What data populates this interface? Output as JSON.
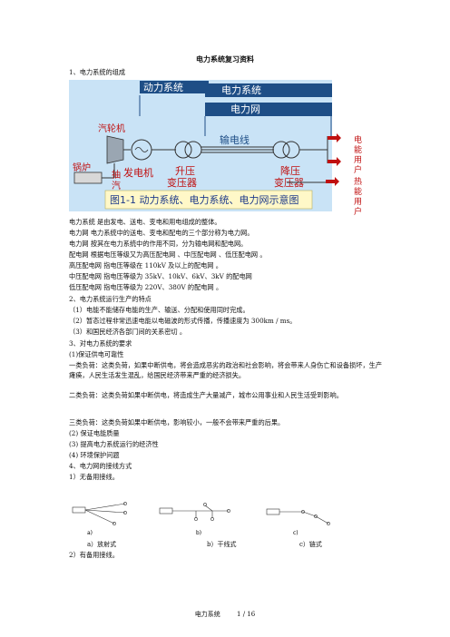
{
  "doc": {
    "title": "电力系统复习资料",
    "s1_heading": "1、电力系统的组成",
    "diagram": {
      "top_label_power_system": "动力系统",
      "top_label_electric_system": "电力系统",
      "top_label_grid": "电力网",
      "steam_turbine": "汽轮机",
      "boiler": "锅炉",
      "extraction": "抽",
      "extraction2": "汽",
      "generator": "发电机",
      "step_up": "升压",
      "step_up2": "变压器",
      "transmission_line": "输电线",
      "step_down": "降压",
      "step_down2": "变压器",
      "caption": "图1-1  动力系统、电力系统、电力网示意图",
      "user_power": "电能用户",
      "user_heat": "热能用户"
    },
    "defs": [
      "电力系统    是由发电、送电、变电和用电组成的整体。",
      "电力网       电力系统中的送电、变电和配电的三个部分称为电力网。",
      "电力网  按其在电力系统中的作用不同，分为输电网和配电网。",
      "配电网  根据电压等级又为高压配电网  、中压配电网  、低压配电网  。",
      "高压配电网        指电压等级在 110kV 及以上的配电网  。",
      "中压配电网        指电压等级为 35kV、10kV、6kV、3kV 的配电网",
      "低压配电网        指电压等级为 220V、380V 的配电网  。"
    ],
    "s2_heading": "2、电力系统运行生产的特点",
    "s2_items": [
      "（1）电能不能储存电能的生产、输送、分配和使用同时完成。",
      "（2）暂态过程非常迅速电能以电磁波的形式传播，传播速度为 300km / ms。",
      "（3）和国民经济各部门间的关系密切  。"
    ],
    "s3_heading": "3、对电力系统的要求",
    "s3_reliability": "(1)保证供电可靠性",
    "load1": "一类负荷：这类负荷，如果中断供电，将会造成恶劣的政治和社会影响，将会带来人身伤亡和设备损坏，生产瘫痪，人民生活发生混乱，给国民经济带来严重的经济损失。",
    "load2": "二类负荷：这类负荷如果中断供电，将造成生产大量减产，城市公用事业和人民生活受到影响。",
    "load3": "三类负荷：这类负荷如果中断供电，影响较小，一般不会带来严重的后果。",
    "s3_items": [
      "(2)  保证电能质量",
      "(3)  提高电力系统运行的经济性",
      "(4)  环境保护问题"
    ],
    "s4_heading": "4、电力网的接线方式",
    "s4_sub1": "1）无备用接线。",
    "fig_a": "a)",
    "fig_b": "b)",
    "fig_c": "c)",
    "cap_a": "a）放射式",
    "cap_b": "b）干线式",
    "cap_c": "c）链式",
    "s4_sub2": "2）有备用接线。",
    "footer_left": "电力系统",
    "footer_page": "1 / 16"
  }
}
